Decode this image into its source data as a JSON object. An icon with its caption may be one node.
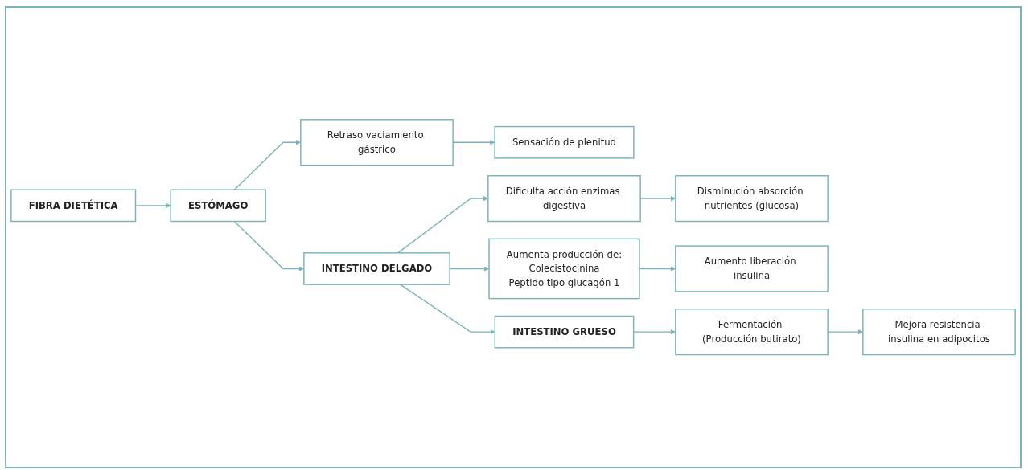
{
  "diagram": {
    "nodes": [
      {
        "text": [
          "FIBRA DIETÉTICA"
        ]
      },
      {
        "text": [
          "ESTÓMAGO"
        ]
      },
      {
        "text": [
          "INTESTINO DELGADO"
        ]
      },
      {
        "text": [
          "INTESTINO GRUESO"
        ]
      },
      {
        "text": [
          "Retraso vaciamiento gástrico"
        ]
      },
      {
        "text": [
          "Sensación de plenitud"
        ]
      },
      {
        "text": [
          "Dificulta acción enzimas digestiva"
        ]
      },
      {
        "text": [
          "Disminución absorción nutrientes (glucosa)"
        ]
      },
      {
        "text": [
          "Aumenta producción de:",
          "Colecistocinina",
          "Peptido tipo glucagón 1"
        ]
      },
      {
        "text": [
          "Aumento liberación insulina"
        ]
      },
      {
        "text": [
          "Fermentación (Producción butirato)"
        ]
      },
      {
        "text": [
          "Mejora resistencia insulina en adipocitos"
        ]
      }
    ],
    "edges": [
      {
        "from": 0,
        "to": 1,
        "arrow": "to"
      },
      {
        "from": 1,
        "to": 4,
        "arrow": "to"
      },
      {
        "from": 4,
        "to": 5,
        "arrow": "to"
      },
      {
        "from": 1,
        "to": 2,
        "arrow": "to"
      },
      {
        "from": 2,
        "to": 6,
        "arrow": "to"
      },
      {
        "from": 6,
        "to": 7,
        "arrow": "to"
      },
      {
        "from": 2,
        "to": 8,
        "arrow": "to"
      },
      {
        "from": 8,
        "to": 9,
        "arrow": "to"
      },
      {
        "from": 2,
        "to": 3,
        "arrow": "to"
      },
      {
        "from": 3,
        "to": 10,
        "arrow": "to"
      },
      {
        "from": 10,
        "to": 11,
        "arrow": "to"
      }
    ]
  }
}
